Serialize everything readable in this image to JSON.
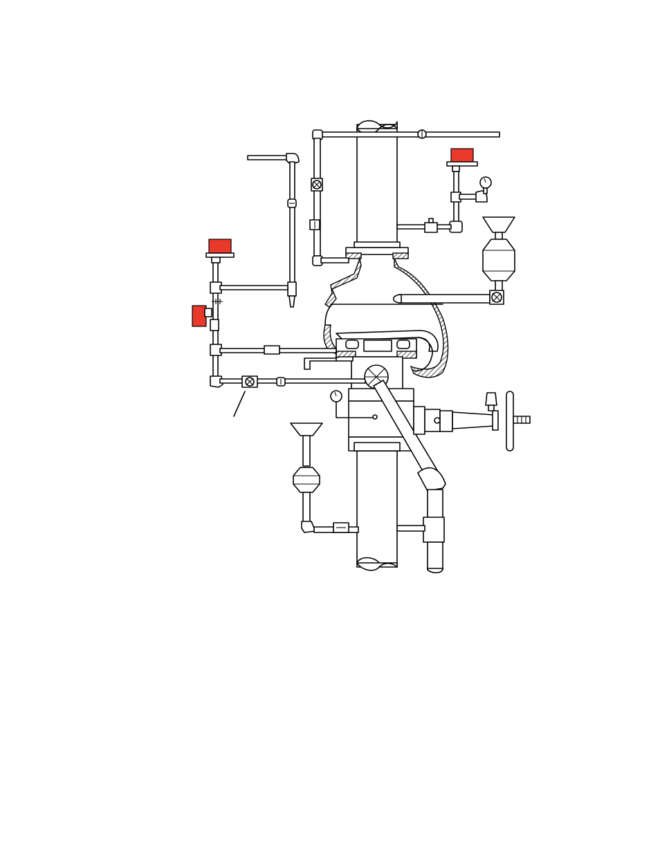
{
  "colors": {
    "line": "#000000",
    "background": "#ffffff",
    "alarm_device": "#e8392b"
  },
  "diagram": {
    "components": [
      {
        "name": "riser-pipe-upper"
      },
      {
        "name": "riser-pipe-lower"
      },
      {
        "name": "valve-body"
      },
      {
        "name": "water-motor-alarm-gong-top",
        "color": "alarm_device"
      },
      {
        "name": "pressure-switch-left",
        "color": "alarm_device"
      },
      {
        "name": "alarm-bell-small",
        "color": "alarm_device"
      },
      {
        "name": "pressure-gauge-upper"
      },
      {
        "name": "pressure-gauge-lower"
      },
      {
        "name": "drip-funnel-upper"
      },
      {
        "name": "drip-funnel-lower"
      },
      {
        "name": "retarding-chamber"
      },
      {
        "name": "strainer"
      },
      {
        "name": "gate-valve-handwheel"
      },
      {
        "name": "main-drain-elbow"
      }
    ]
  }
}
